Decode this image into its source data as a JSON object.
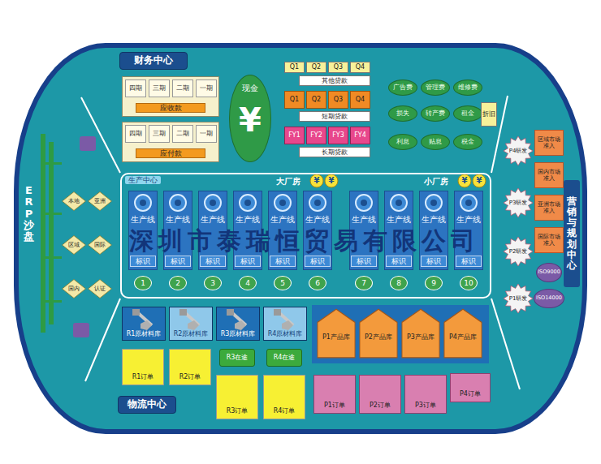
{
  "diagram": {
    "nodes": [
      {
        "text": [
          "财务中心"
        ]
      },
      {
        "text": [
          "应收款"
        ]
      },
      {
        "text": [
          "四期"
        ],
        "in": 1
      },
      {
        "text": [
          "三期"
        ],
        "in": 1
      },
      {
        "text": [
          "二期"
        ],
        "in": 1
      },
      {
        "text": [
          "一期"
        ],
        "in": 1
      },
      {
        "text": [
          "应付款"
        ]
      },
      {
        "text": [
          "四期"
        ],
        "in": 6
      },
      {
        "text": [
          "三期"
        ],
        "in": 6
      },
      {
        "text": [
          "二期"
        ],
        "in": 6
      },
      {
        "text": [
          "一期"
        ],
        "in": 6
      },
      {
        "text": [
          "现金"
        ]
      },
      {
        "text": [
          "Q1"
        ]
      },
      {
        "text": [
          "Q2"
        ]
      },
      {
        "text": [
          "Q3"
        ]
      },
      {
        "text": [
          "Q4"
        ]
      },
      {
        "text": [
          "其他贷款"
        ]
      },
      {
        "text": [
          "Q1"
        ]
      },
      {
        "text": [
          "Q2"
        ]
      },
      {
        "text": [
          "Q3"
        ]
      },
      {
        "text": [
          "Q4"
        ]
      },
      {
        "text": [
          "短期贷款"
        ]
      },
      {
        "text": [
          "FY1"
        ]
      },
      {
        "text": [
          "FY2"
        ]
      },
      {
        "text": [
          "FY3"
        ]
      },
      {
        "text": [
          "FY4"
        ]
      },
      {
        "text": [
          "长期贷款"
        ]
      },
      {
        "text": [
          "广告费"
        ]
      },
      {
        "text": [
          "管理费"
        ]
      },
      {
        "text": [
          "维修费"
        ]
      },
      {
        "text": [
          "损失"
        ]
      },
      {
        "text": [
          "转产费"
        ]
      },
      {
        "text": [
          "租金"
        ]
      },
      {
        "text": [
          "利息"
        ]
      },
      {
        "text": [
          "贴息"
        ]
      },
      {
        "text": [
          "税金"
        ]
      },
      {
        "text": [
          "折旧"
        ]
      },
      {
        "text": [
          "生产中心"
        ]
      },
      {
        "text": [
          "大厂房"
        ],
        "in": 37
      },
      {
        "text": [
          "小厂房"
        ],
        "in": 37
      },
      {
        "text": [
          "生产线"
        ],
        "in": 38
      },
      {
        "text": [
          "标识"
        ],
        "in": 40
      },
      {
        "text": [
          "1"
        ],
        "in": 38
      },
      {
        "text": [
          "生产线"
        ],
        "in": 38
      },
      {
        "text": [
          "标识"
        ],
        "in": 43
      },
      {
        "text": [
          "2"
        ],
        "in": 38
      },
      {
        "text": [
          "生产线"
        ],
        "in": 38
      },
      {
        "text": [
          "标识"
        ],
        "in": 46
      },
      {
        "text": [
          "3"
        ],
        "in": 38
      },
      {
        "text": [
          "生产线"
        ],
        "in": 38
      },
      {
        "text": [
          "标识"
        ],
        "in": 49
      },
      {
        "text": [
          "4"
        ],
        "in": 38
      },
      {
        "text": [
          "生产线"
        ],
        "in": 38
      },
      {
        "text": [
          "标识"
        ],
        "in": 52
      },
      {
        "text": [
          "5"
        ],
        "in": 38
      },
      {
        "text": [
          "生产线"
        ],
        "in": 38
      },
      {
        "text": [
          "标识"
        ],
        "in": 55
      },
      {
        "text": [
          "6"
        ],
        "in": 38
      },
      {
        "text": [
          "生产线"
        ],
        "in": 39
      },
      {
        "text": [
          "标识"
        ],
        "in": 58
      },
      {
        "text": [
          "7"
        ],
        "in": 39
      },
      {
        "text": [
          "生产线"
        ],
        "in": 39
      },
      {
        "text": [
          "标识"
        ],
        "in": 61
      },
      {
        "text": [
          "8"
        ],
        "in": 39
      },
      {
        "text": [
          "生产线"
        ],
        "in": 39
      },
      {
        "text": [
          "标识"
        ],
        "in": 64
      },
      {
        "text": [
          "9"
        ],
        "in": 39
      },
      {
        "text": [
          "生产线"
        ],
        "in": 39
      },
      {
        "text": [
          "标识"
        ],
        "in": 67
      },
      {
        "text": [
          "10"
        ],
        "in": 39
      },
      {
        "text": [
          "本地"
        ]
      },
      {
        "text": [
          "区域"
        ]
      },
      {
        "text": [
          "国内"
        ]
      },
      {
        "text": [
          "亚洲"
        ]
      },
      {
        "text": [
          "国际"
        ]
      },
      {
        "text": [
          "认证"
        ]
      },
      {
        "text": [
          "营销与规划中心"
        ]
      },
      {
        "text": [
          "P4研发"
        ]
      },
      {
        "text": [
          "P3研发"
        ]
      },
      {
        "text": [
          "P2研发"
        ]
      },
      {
        "text": [
          "P1研发"
        ]
      },
      {
        "text": [
          "区域市场准入"
        ]
      },
      {
        "text": [
          "国内市场准入"
        ]
      },
      {
        "text": [
          "亚洲市场准入"
        ]
      },
      {
        "text": [
          "国际市场准入"
        ]
      },
      {
        "text": [
          "ISO9000"
        ]
      },
      {
        "text": [
          "ISO14000"
        ]
      },
      {
        "text": [
          "物流中心"
        ]
      },
      {
        "text": [
          "R1原材料库"
        ]
      },
      {
        "text": [
          "R2原材料库"
        ]
      },
      {
        "text": [
          "R3原材料库"
        ]
      },
      {
        "text": [
          "R4原材料库"
        ]
      },
      {
        "text": [
          "R3在途"
        ]
      },
      {
        "text": [
          "R4在途"
        ]
      },
      {
        "text": [
          "R1订单"
        ]
      },
      {
        "text": [
          "R2订单"
        ]
      },
      {
        "text": [
          "R3订单"
        ]
      },
      {
        "text": [
          "R4订单"
        ]
      },
      {
        "text": [
          "P1产品库"
        ]
      },
      {
        "text": [
          "P2产品库"
        ]
      },
      {
        "text": [
          "P3产品库"
        ]
      },
      {
        "text": [
          "P4产品库"
        ]
      },
      {
        "text": [
          "P1订单"
        ]
      },
      {
        "text": [
          "P2订单"
        ]
      },
      {
        "text": [
          "P3订单"
        ]
      },
      {
        "text": [
          "P4订单"
        ]
      }
    ],
    "labels": [
      "¥",
      "¥",
      "¥",
      "¥",
      "¥",
      "ERP沙盘",
      "深圳市泰瑞恒贸易有限公司"
    ]
  }
}
